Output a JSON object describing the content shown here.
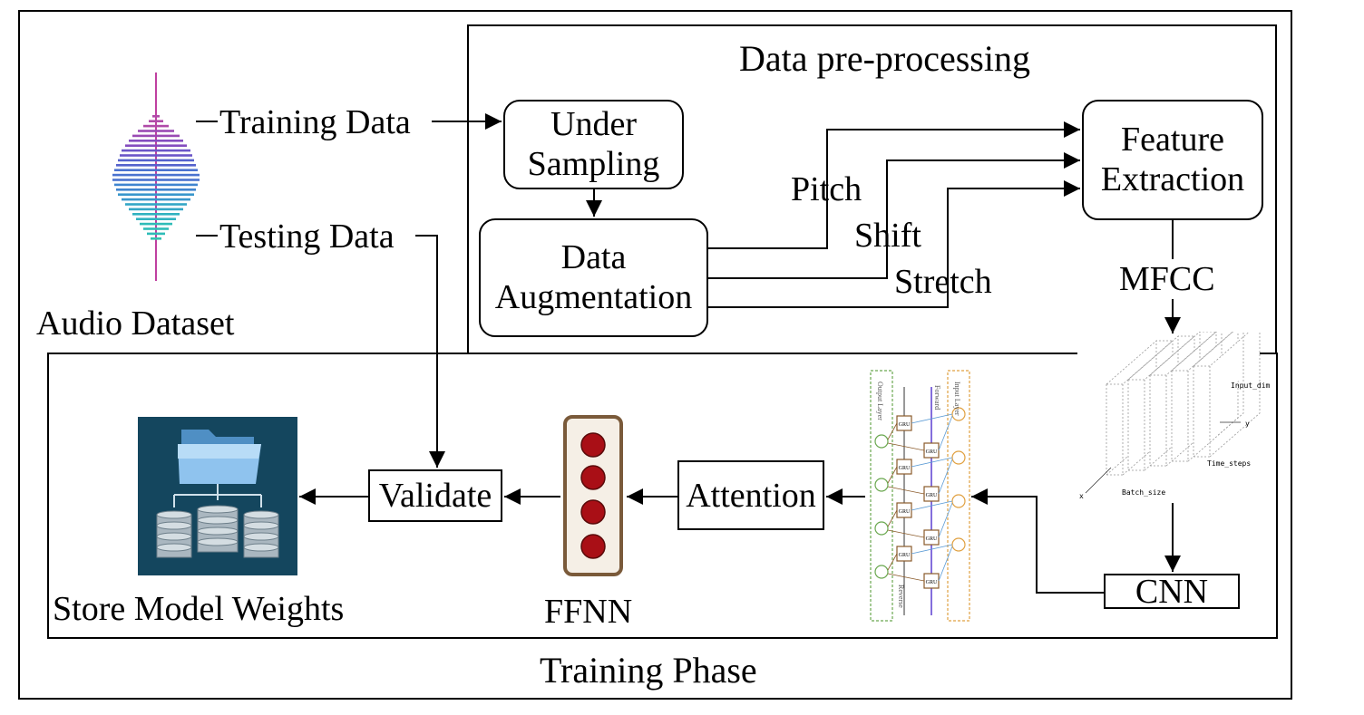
{
  "diagram": {
    "preprocess_title": "Data pre-processing",
    "training_phase_label": "Training Phase",
    "audio_dataset_label": "Audio Dataset",
    "training_data_label": "Training Data",
    "testing_data_label": "Testing Data",
    "under_sampling_label": [
      "Under",
      "Sampling"
    ],
    "data_augmentation_label": [
      "Data",
      "Augmentation"
    ],
    "feature_extraction_label": [
      "Feature",
      "Extraction"
    ],
    "pitch_label": "Pitch",
    "shift_label": "Shift",
    "stretch_label": "Stretch",
    "mfcc_label": "MFCC",
    "cnn_label": "CNN",
    "attention_label": "Attention",
    "validate_label": "Validate",
    "ffnn_label": "FFNN",
    "store_weights_label": "Store Model Weights",
    "tensor_figure": {
      "input_dim_label": "Input_dim",
      "y_label": "y",
      "time_steps_label": "Time_steps",
      "batch_size_label": "Batch_size",
      "x_label": "x"
    },
    "bigru_figure": {
      "output_layer_label": "Output Layer",
      "forward_label": "Forward",
      "input_layer_label": "Input Layer",
      "reverse_label": "Reverse",
      "cell_label": "GRU"
    }
  },
  "colors": {
    "line": "#000000",
    "ffnn_node": "#a90f16",
    "ffnn_frame": "#7a5a3a",
    "db_bg": "#14465e",
    "folder": "#6ea8d8",
    "gru_box": "#8a5a2a",
    "gru_forward": "#5b3fd0",
    "gru_output": "#6aa84f",
    "gru_input": "#e0a040"
  }
}
